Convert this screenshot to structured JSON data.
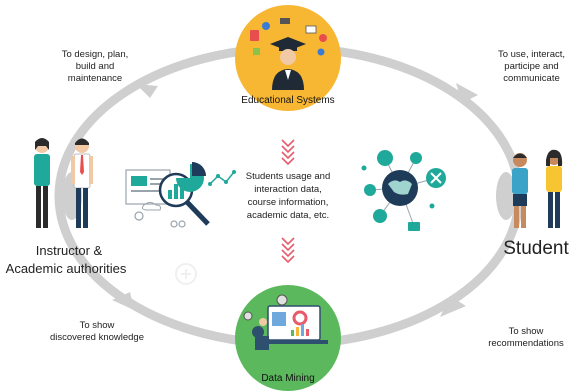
{
  "nodes": {
    "top": "Educational Systems",
    "bottom": "Data Mining"
  },
  "actors": {
    "left_line1": "Instructor &",
    "left_line2": "Academic authorities",
    "right": "Student"
  },
  "edges": {
    "top_left": [
      "To design, plan,",
      "build and",
      "maintenance"
    ],
    "top_right": [
      "To use, interact,",
      "participe and",
      "communicate"
    ],
    "bottom_left": [
      "To show",
      "discovered knowledge"
    ],
    "bottom_right": [
      "To show",
      "recommendations"
    ]
  },
  "center": [
    "Students usage and",
    "interaction data,",
    "course information,",
    "academic data, etc."
  ],
  "colors": {
    "ring": "#c9c9c9",
    "top_node": "#f7b733",
    "bottom_node": "#5cb85c",
    "chevron": "#e85b6a",
    "teal": "#1fa99a",
    "navy": "#1f3b5a"
  },
  "icons": {
    "top_node": "graduate-with-education-icons",
    "bottom_node": "analyst-at-dashboard-icon",
    "left_illustration": "data-analysis-magnifier-icon",
    "right_illustration": "world-data-network-icon"
  }
}
